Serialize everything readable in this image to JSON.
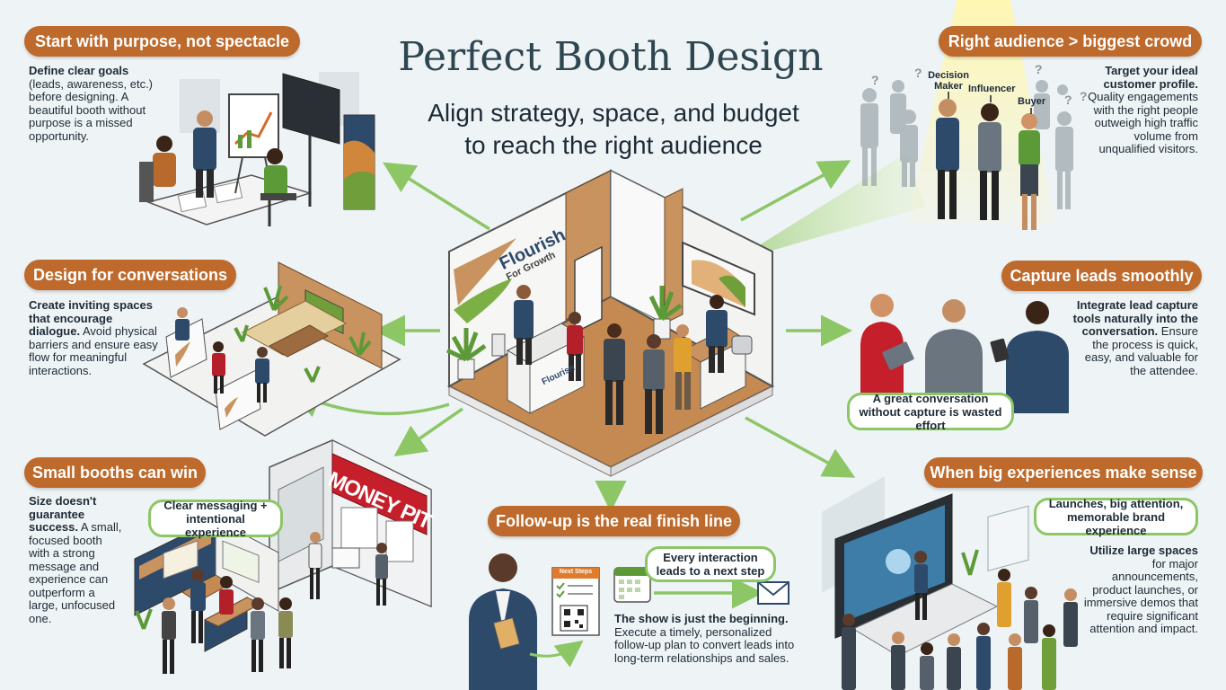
{
  "header": {
    "title": "Perfect Booth Design",
    "subtitle_line1": "Align strategy, space, and budget",
    "subtitle_line2": "to reach the right audience"
  },
  "colors": {
    "pill": "#bd6a2c",
    "accent_green": "#8cc665",
    "background": "#eef3f5",
    "navy": "#2e4a6b"
  },
  "sections": {
    "purpose": {
      "label": "Start with purpose, not spectacle",
      "bold": "Define clear goals",
      "text": "(leads, awareness, etc.) before designing. A beautiful booth without purpose is a missed opportunity."
    },
    "conversations": {
      "label": "Design for conversations",
      "bold": "Create inviting spaces that encourage dialogue.",
      "text": "Avoid physical barriers and ensure easy flow for meaningful interactions."
    },
    "small": {
      "label": "Small booths can win",
      "bold": "Size doesn't guarantee success.",
      "text": "A small, focused booth with a strong message and experience can outperform a large, unfocused one.",
      "bubble": "Clear messaging + intentional experience",
      "sign": "MONEY PIT"
    },
    "followup": {
      "label": "Follow-up is the real finish line",
      "bold": "The show is just the beginning.",
      "text": "Execute a timely, personalized follow-up plan to convert leads into long-term relationships and sales.",
      "bubble": "Every interaction leads to a next step",
      "card_title": "Next Steps"
    },
    "audience": {
      "label": "Right audience > biggest crowd",
      "bold": "Target your ideal customer profile.",
      "text": "Quality engagements with the right people outweigh high traffic volume from unqualified visitors.",
      "tag_decision": "Decision Maker",
      "tag_influencer": "Influencer",
      "tag_buyer": "Buyer"
    },
    "leads": {
      "label": "Capture leads smoothly",
      "bold": "Integrate lead capture tools naturally into the conversation.",
      "text": "Ensure the process is quick, easy, and valuable for the attendee.",
      "bubble": "A great conversation without capture is wasted effort"
    },
    "big": {
      "label": "When big experiences make sense",
      "bold": "Utilize large spaces",
      "text": "for major announcements, product launches, or immersive demos that require significant attention and impact.",
      "bubble": "Launches, big attention, memorable brand experience"
    }
  },
  "booth": {
    "brand": "Flourish",
    "tagline": "For Growth",
    "desk_brand": "Flourish"
  }
}
